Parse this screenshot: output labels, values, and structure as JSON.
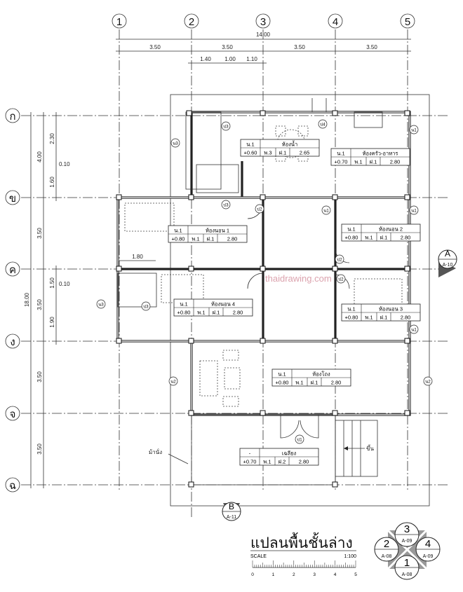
{
  "grid": {
    "columns": [
      "1",
      "2",
      "3",
      "4",
      "5"
    ],
    "rows": [
      "ก",
      "ข",
      "ค",
      "ง",
      "จ",
      "ฉ"
    ]
  },
  "dimensions": {
    "top_total": "14.00",
    "top_bays": [
      "3.50",
      "3.50",
      "3.50",
      "3.50"
    ],
    "top_sub": [
      "1.40",
      "1.00",
      "1.10"
    ],
    "left_total": "18.00",
    "left_bays": [
      "4.00",
      "3.50",
      "3.50",
      "3.50",
      "3.50"
    ],
    "left_sub_1": [
      "2.30",
      "0.10",
      "1.60"
    ],
    "left_sub_2": [
      "1.50",
      "0.10",
      "1.90"
    ],
    "inner": "1.80"
  },
  "rooms": [
    {
      "code": "น.1",
      "name": "ห้องน้ำ",
      "level": "+0.60",
      "floor": "พ.3",
      "ceiling": "ฝ.1",
      "height": "2.65"
    },
    {
      "code": "น.1",
      "name": "ห้องครัว-อาหาร",
      "level": "+0.70",
      "floor": "พ.1",
      "ceiling": "ฝ.1",
      "height": "2.80"
    },
    {
      "code": "น.1",
      "name": "ห้องนอน 1",
      "level": "+0.80",
      "floor": "พ.1",
      "ceiling": "ฝ.1",
      "height": "2.80"
    },
    {
      "code": "น.1",
      "name": "ห้องนอน 2",
      "level": "+0.80",
      "floor": "พ.1",
      "ceiling": "ฝ.1",
      "height": "2.80"
    },
    {
      "code": "น.1",
      "name": "ห้องนอน 4",
      "level": "+0.80",
      "floor": "พ.1",
      "ceiling": "ฝ.1",
      "height": "2.80"
    },
    {
      "code": "น.1",
      "name": "ห้องนอน 3",
      "level": "+0.80",
      "floor": "พ.1",
      "ceiling": "ฝ.1",
      "height": "2.80"
    },
    {
      "code": "น.1",
      "name": "ห้องโถง",
      "level": "+0.80",
      "floor": "พ.1",
      "ceiling": "ฝ.1",
      "height": "2.80"
    },
    {
      "code": "-",
      "name": "เฉลียง",
      "level": "+0.70",
      "floor": "พ.1",
      "ceiling": "ฝ.2",
      "height": "2.80"
    }
  ],
  "door_tags": [
    "ป3",
    "ป3",
    "ป4",
    "ป2",
    "ป2",
    "ป2",
    "ป3",
    "ป1",
    "น3",
    "น3",
    "น2",
    "น2",
    "น1",
    "น1",
    "น1",
    "น1"
  ],
  "labels": {
    "bench": "ม้านั่ง",
    "stair_up": "ขึ้น",
    "watermark": "thaidrawing.com"
  },
  "sections": [
    {
      "id": "A",
      "sheet": "A-10"
    },
    {
      "id": "B",
      "sheet": "A-11"
    }
  ],
  "elevations": [
    {
      "id": "3",
      "sheet": "A-09"
    },
    {
      "id": "2",
      "sheet": "A-08"
    },
    {
      "id": "4",
      "sheet": "A-09"
    },
    {
      "id": "1",
      "sheet": "A-08"
    }
  ],
  "title_block": {
    "title": "แปลนพื้นชั้นล่าง",
    "scale_label": "SCALE",
    "scale_value": "1:100",
    "scale_ticks": [
      "0",
      "1",
      "2",
      "3",
      "4",
      "5"
    ]
  }
}
